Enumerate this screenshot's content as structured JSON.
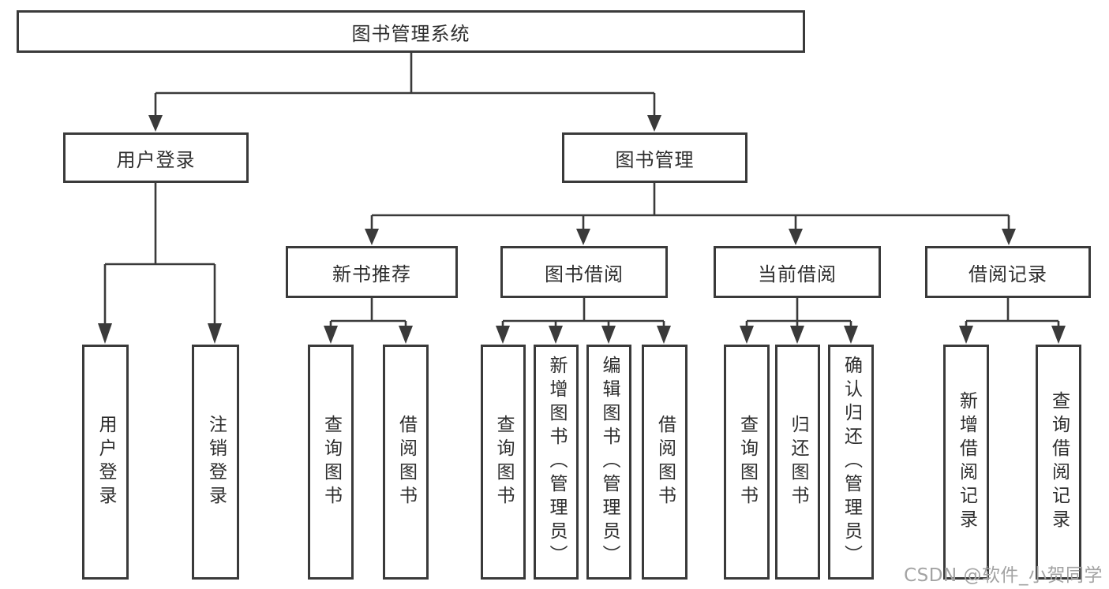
{
  "diagram": {
    "type": "hierarchy-tree",
    "watermark": "CSDN @软件_小贺同学",
    "colors": {
      "background": "#ffffff",
      "line": "#3a3a3a",
      "box_border": "#3a3a3a",
      "text": "#2e2e2e",
      "watermark": "#a3a3a3"
    },
    "tree": {
      "label": "图书管理系统",
      "children": [
        {
          "label": "用户登录",
          "children": [
            {
              "label": "用户登录"
            },
            {
              "label": "注销登录"
            }
          ]
        },
        {
          "label": "图书管理",
          "children": [
            {
              "label": "新书推荐",
              "children": [
                {
                  "label": "查询图书"
                },
                {
                  "label": "借阅图书"
                }
              ]
            },
            {
              "label": "图书借阅",
              "children": [
                {
                  "label": "查询图书"
                },
                {
                  "label": "新增图书（管理员）"
                },
                {
                  "label": "编辑图书（管理员）"
                },
                {
                  "label": "借阅图书"
                }
              ]
            },
            {
              "label": "当前借阅",
              "children": [
                {
                  "label": "查询图书"
                },
                {
                  "label": "归还图书"
                },
                {
                  "label": "确认归还（管理员）"
                }
              ]
            },
            {
              "label": "借阅记录",
              "children": [
                {
                  "label": "新增借阅记录"
                },
                {
                  "label": "查询借阅记录"
                }
              ]
            }
          ]
        }
      ]
    }
  }
}
